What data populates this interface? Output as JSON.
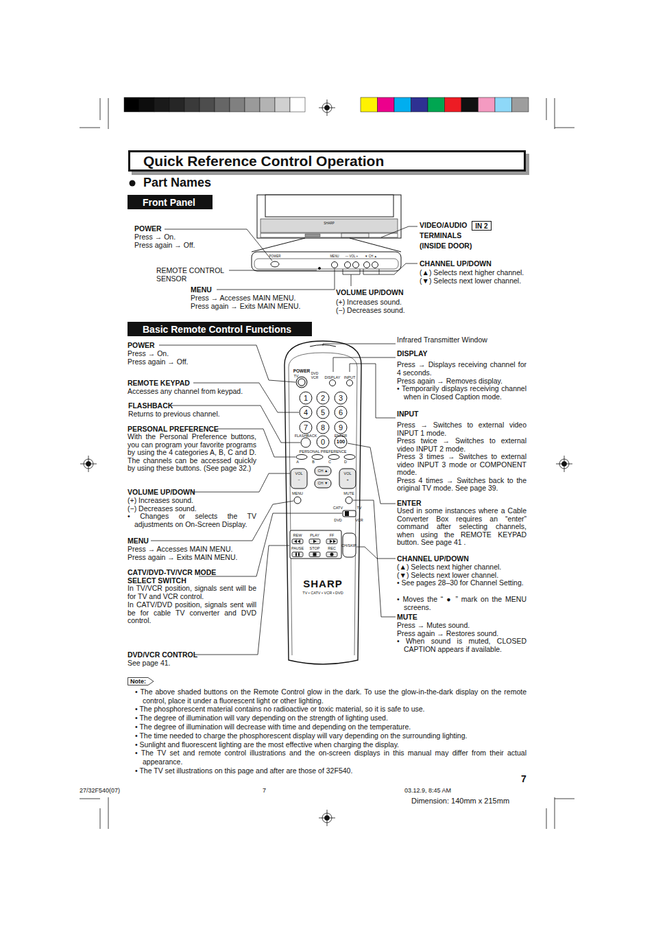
{
  "diagram": {
    "title": "Quick Reference Control Operation",
    "nodes": [
      {
        "text": [
          "Quick Reference Control Operation"
        ]
      },
      {
        "text": [
          "Front Panel"
        ]
      },
      {
        "text": [
          "Basic Remote Control Functions"
        ]
      },
      {
        "text": [
          "IN 2"
        ]
      },
      {
        "text": [
          "Note:"
        ]
      }
    ],
    "labels": [
      "Part Names",
      "SHARP",
      "POWER",
      "MENU",
      "— VOL +",
      "▼ CH ▲",
      "POWER",
      "Press → On.",
      "Press again → Off.",
      "REMOTE CONTROL",
      "SENSOR",
      "MENU",
      "Press → Accesses MAIN MENU.",
      "Press again → Exits MAIN MENU.",
      "VOLUME UP/DOWN",
      "(+) Increases sound.",
      "(−) Decreases sound.",
      "VIDEO/AUDIO",
      "TERMINALS",
      "(INSIDE DOOR)",
      "CHANNEL UP/DOWN",
      "(▲) Selects next higher channel.",
      "(▼) Selects next lower channel.",
      "POWER",
      "Press → On.",
      "Press again → Off.",
      "REMOTE KEYPAD",
      "Accesses any channel from keypad.",
      "FLASHBACK",
      "Returns to previous channel.",
      "PERSONAL PREFERENCE",
      "With the Personal Preference buttons, you can program your favorite programs by using the 4 categories A, B, C and D. The channels can be accessed quickly by using these buttons. (See page 32.)",
      "VOLUME UP/DOWN",
      "(+) Increases sound.",
      "(−) Decreases sound.",
      "• Changes or selects the TV adjustments on On-Screen Display.",
      "MENU",
      "Press → Accesses MAIN MENU.",
      "Press again → Exits MAIN MENU.",
      "CATV/DVD-TV/VCR MODE SELECT SWITCH",
      "In TV/VCR position, signals sent will be for TV and VCR control.",
      "In CATV/DVD position, signals sent will be for cable TV converter and DVD control.",
      "DVD/VCR CONTROL",
      "See page 41.",
      "Infrared Transmitter Window",
      "DISPLAY",
      "Press → Displays receiving channel for 4 seconds.",
      "Press again → Removes display.",
      "• Temporarily displays receiving channel when in Closed Caption mode.",
      "INPUT",
      "Press → Switches to external video INPUT 1 mode.",
      "Press twice → Switches to external video INPUT 2 mode.",
      "Press 3 times → Switches to external video INPUT 3 mode or COMPONENT mode.",
      "Press 4 times → Switches back to the original TV mode. See page 39.",
      "ENTER",
      "Used in some instances where a Cable Converter Box requires an “enter” command after selecting channels, when using the REMOTE KEYPAD button. See page 41 .",
      "CHANNEL UP/DOWN",
      "(▲) Selects next higher channel.",
      "(▼) Selects next lower channel.",
      "• See pages 28–30 for Channel Setting.",
      "• Moves the “ ● ” mark on the MENU screens.",
      "MUTE",
      "Press → Mutes sound.",
      "Press again → Restores sound.",
      "• When sound is muted, CLOSED CAPTION appears if available.",
      "POWER",
      "TV",
      "DVD VCR",
      "DISPLAY",
      "INPUT",
      "1",
      "2",
      "3",
      "4",
      "5",
      "6",
      "7",
      "8",
      "9",
      "FLASHBACK",
      "ENTER",
      "0",
      "100",
      "PERSONAL PREFERENCE",
      "A",
      "B",
      "C",
      "D",
      "VOL",
      "−",
      "CH ▲",
      "CH ▼",
      "VOL",
      "+",
      "MENU",
      "MUTE",
      "CATV",
      "TV",
      "DVD",
      "VCR",
      "REW",
      "PLAY",
      "FF",
      "PAUSE",
      "STOP",
      "REC",
      "CH/SKIP",
      "SHARP",
      "TV • CATV • VCR • DVD",
      "• The above shaded buttons on the Remote Control glow in the dark. To use the glow-in-the-dark display on the remote control, place it under a fluorescent light or other lighting.",
      "• The phosphorescent material contains no radioactive or toxic material, so it is safe to use.",
      "• The degree of illumination will vary depending on the strength of lighting used.",
      "• The degree of illumination will decrease with time and depending on the temperature.",
      "• The time needed to charge the phosphorescent display will vary depending on the surrounding lighting.",
      "• Sunlight and fluorescent lighting are the most effective when charging the display.",
      "• The TV set and remote control illustrations and the on-screen displays in this manual may differ from their actual appearance.",
      "• The TV set illustrations on this page and after are those of 32F540.",
      "7",
      "27/32F540(07)",
      "7",
      "03.12.9, 8:45 AM",
      "Dimension: 140mm x 215mm"
    ]
  }
}
